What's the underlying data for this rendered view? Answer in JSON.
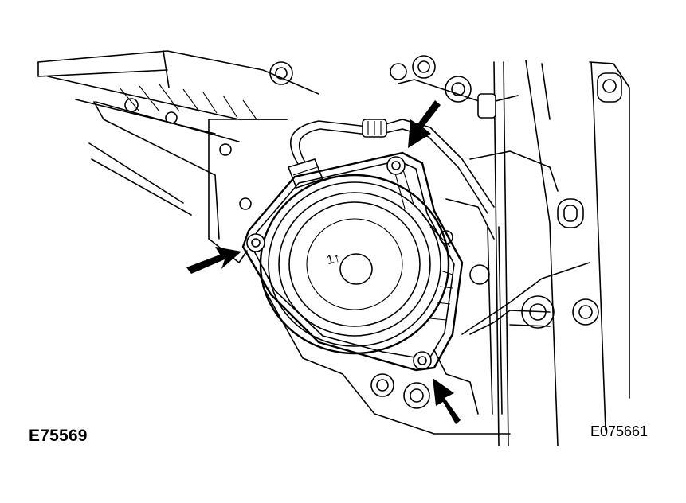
{
  "figure": {
    "reference_left": "E75569",
    "reference_right": "E075661",
    "arrow_color": "#000000",
    "line_color": "#000000",
    "background": "#ffffff",
    "callouts": [
      "arrow-top-right-fastener",
      "arrow-left-fastener",
      "arrow-bottom-right-fastener"
    ],
    "speaker_marking": "1↑"
  }
}
